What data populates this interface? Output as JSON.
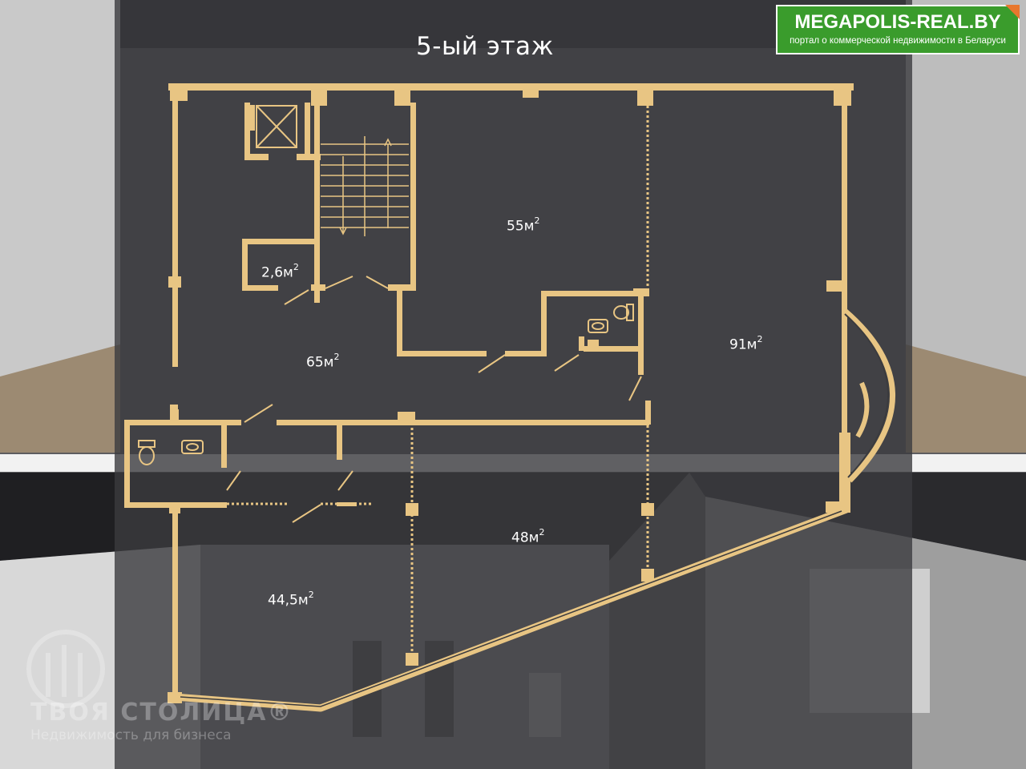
{
  "floor_title": "5-ый этаж",
  "brand": {
    "name": "MEGAPOLIS-REAL.BY",
    "tagline": "портал о коммерческой недвижимости в Беларуси",
    "color": "#3a9c2c",
    "corner_color": "#e8772e"
  },
  "rooms": [
    {
      "id": "room-55",
      "label": "55м",
      "sup": "2"
    },
    {
      "id": "room-2-6",
      "label": "2,6м",
      "sup": "2"
    },
    {
      "id": "room-65",
      "label": "65м",
      "sup": "2"
    },
    {
      "id": "room-91",
      "label": "91м",
      "sup": "2"
    },
    {
      "id": "room-48",
      "label": "48м",
      "sup": "2"
    },
    {
      "id": "room-44-5",
      "label": "44,5м",
      "sup": "2"
    }
  ],
  "watermark": {
    "name": "ТВОЯ СТОЛИЦА",
    "registered": "®",
    "sub": "Недвижимость для бизнеса"
  },
  "colors": {
    "wall": "#e8c583",
    "overlay": "#3b3b3e",
    "ceiling": "#1c1c1f"
  }
}
